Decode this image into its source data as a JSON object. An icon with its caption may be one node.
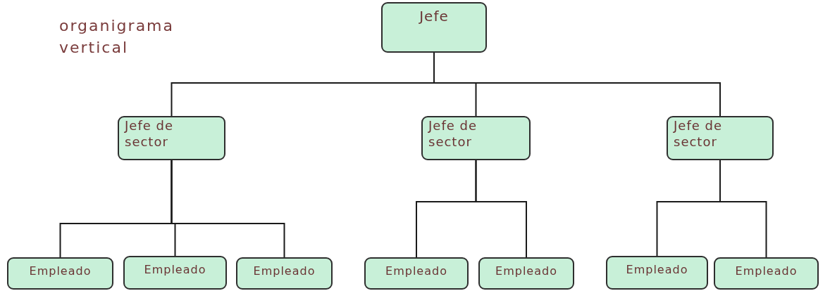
{
  "diagram": {
    "title": "organigrama vertical",
    "nodes": [
      {
        "text": [
          "Jefe"
        ]
      },
      {
        "text": [
          "Jefe de sector"
        ]
      },
      {
        "text": [
          "Jefe de sector"
        ]
      },
      {
        "text": [
          "Jefe de sector"
        ]
      },
      {
        "text": [
          "Empleado"
        ]
      },
      {
        "text": [
          "Empleado"
        ]
      },
      {
        "text": [
          "Empleado"
        ]
      },
      {
        "text": [
          "Empleado"
        ]
      },
      {
        "text": [
          "Empleado"
        ]
      },
      {
        "text": [
          "Empleado"
        ]
      },
      {
        "text": [
          "Empleado"
        ]
      }
    ],
    "edges": [
      {
        "from": 0,
        "to": 1,
        "arrow": "none"
      },
      {
        "from": 0,
        "to": 2,
        "arrow": "none"
      },
      {
        "from": 0,
        "to": 3,
        "arrow": "none"
      },
      {
        "from": 1,
        "to": 4,
        "arrow": "none"
      },
      {
        "from": 1,
        "to": 5,
        "arrow": "none"
      },
      {
        "from": 1,
        "to": 6,
        "arrow": "none"
      },
      {
        "from": 2,
        "to": 7,
        "arrow": "none"
      },
      {
        "from": 2,
        "to": 8,
        "arrow": "none"
      },
      {
        "from": 3,
        "to": 9,
        "arrow": "none"
      },
      {
        "from": 3,
        "to": 10,
        "arrow": "none"
      }
    ]
  }
}
